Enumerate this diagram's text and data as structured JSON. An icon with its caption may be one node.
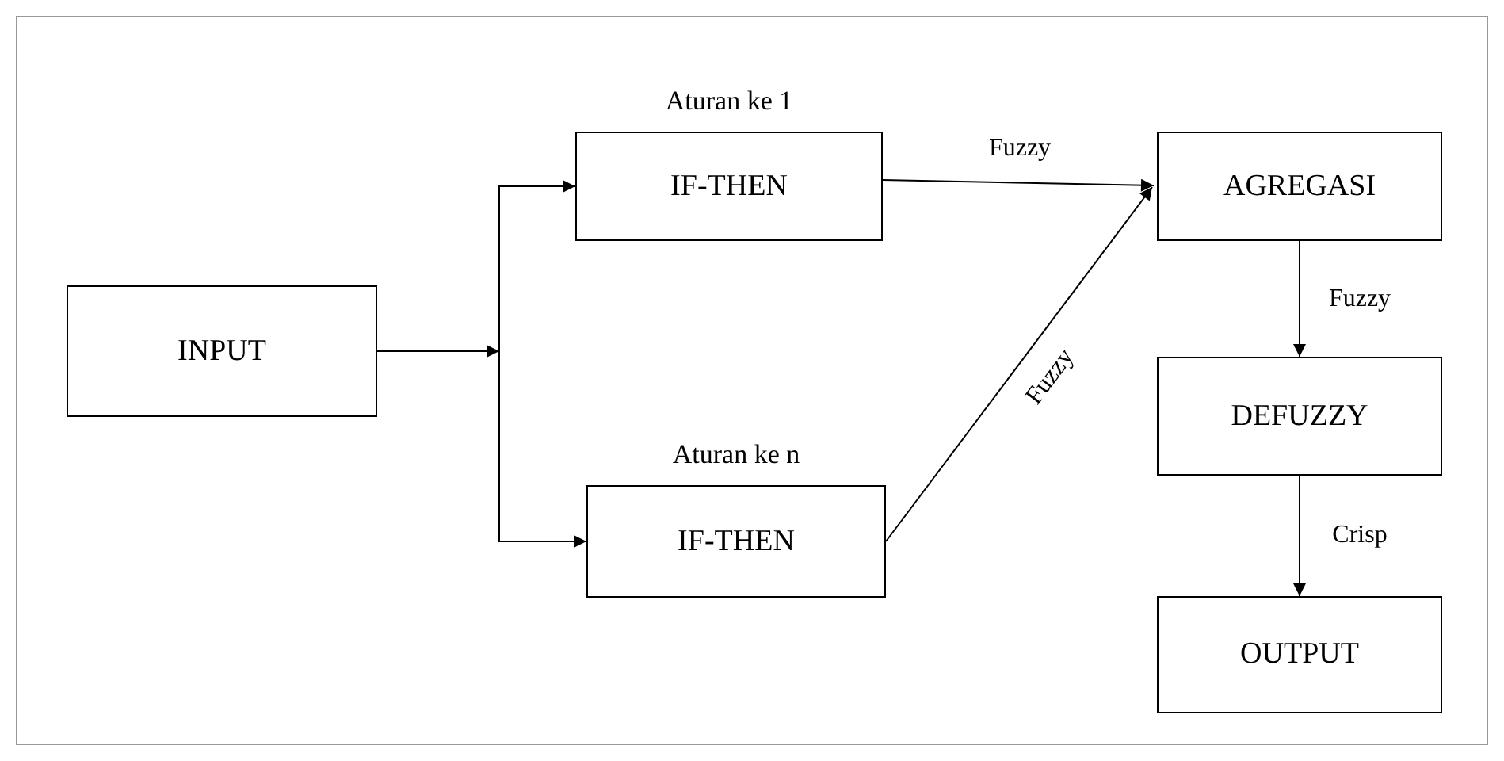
{
  "diagram": {
    "nodes": [
      {
        "text": [
          "INPUT"
        ]
      },
      {
        "text": [
          "Aturan ke 1",
          "IF-THEN"
        ]
      },
      {
        "text": [
          "Aturan ke n",
          "IF-THEN"
        ]
      },
      {
        "text": [
          "AGREGASI"
        ]
      },
      {
        "text": [
          "DEFUZZY"
        ]
      },
      {
        "text": [
          "OUTPUT"
        ]
      }
    ],
    "edges": [
      {
        "from": 0,
        "to": 1,
        "arrow": "to"
      },
      {
        "from": 0,
        "to": 2,
        "arrow": "to"
      },
      {
        "from": 1,
        "to": 3,
        "arrow": "to",
        "label": "Fuzzy"
      },
      {
        "from": 2,
        "to": 3,
        "arrow": "to",
        "label": "Fuzzy"
      },
      {
        "from": 3,
        "to": 4,
        "arrow": "to",
        "label": "Fuzzy"
      },
      {
        "from": 4,
        "to": 5,
        "arrow": "to",
        "label": "Crisp"
      }
    ]
  }
}
